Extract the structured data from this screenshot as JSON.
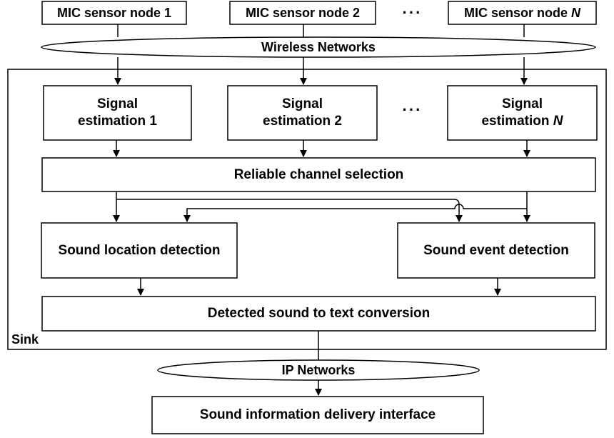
{
  "sensor_nodes": [
    {
      "prefix": "MIC sensor node ",
      "suffix": "1",
      "suffix_italic": false
    },
    {
      "prefix": "MIC sensor node ",
      "suffix": "2",
      "suffix_italic": false
    },
    {
      "prefix": "MIC sensor node ",
      "suffix": "N",
      "suffix_italic": true
    }
  ],
  "top_ellipsis": "···",
  "wireless_networks": "Wireless Networks",
  "sink_label": "Sink",
  "signal_estimations": [
    {
      "line1": "Signal",
      "line2_prefix": "estimation ",
      "suffix": "1",
      "suffix_italic": false
    },
    {
      "line1": "Signal",
      "line2_prefix": "estimation ",
      "suffix": "2",
      "suffix_italic": false
    },
    {
      "line1": "Signal",
      "line2_prefix": "estimation ",
      "suffix": "N",
      "suffix_italic": true
    }
  ],
  "mid_ellipsis": "···",
  "reliable_channel_selection": "Reliable channel selection",
  "sound_location_detection": "Sound location detection",
  "sound_event_detection": "Sound event detection",
  "detected_sound_to_text": "Detected sound to text conversion",
  "ip_networks": "IP Networks",
  "delivery_interface": "Sound information delivery interface"
}
